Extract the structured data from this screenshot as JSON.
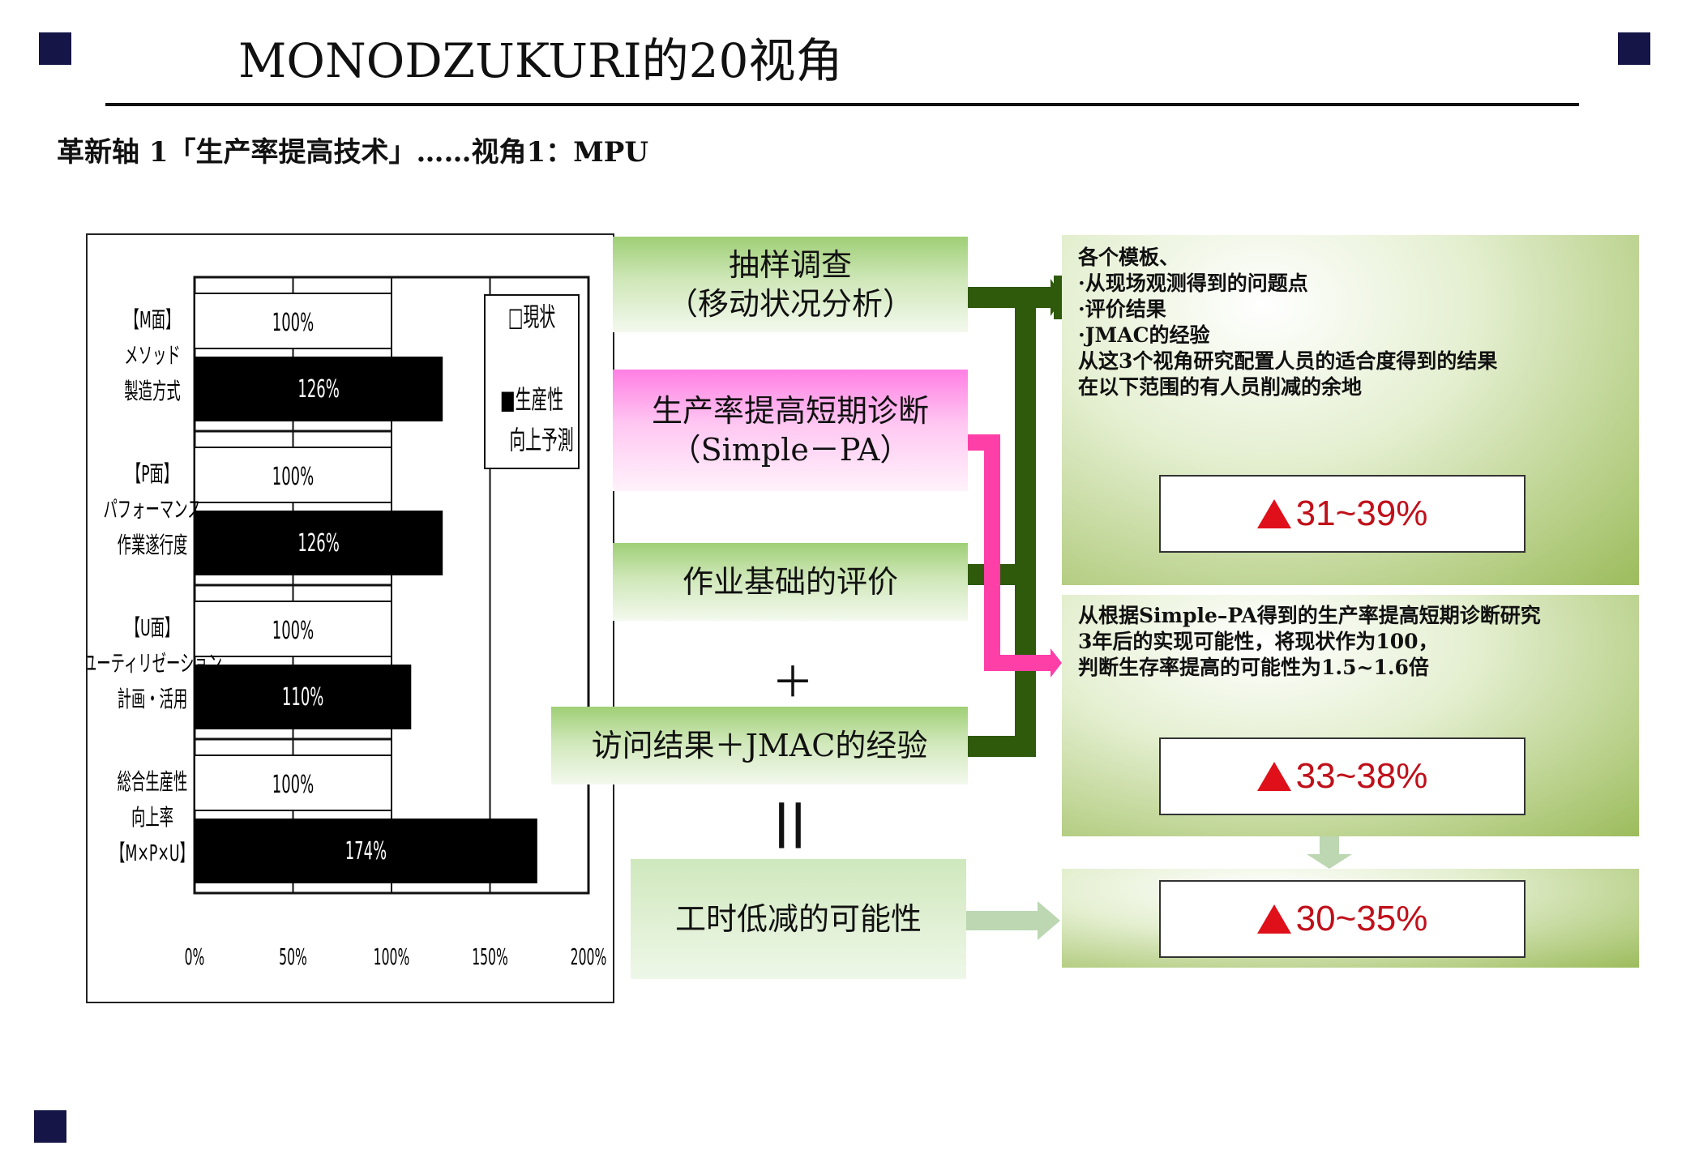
{
  "header": {
    "title": "MONODZUKURI的20视角",
    "subtitle": "革新轴  1「生产率提高技术」……视角1：MPU"
  },
  "chart_data": {
    "type": "bar",
    "orientation": "horizontal",
    "categories": [
      [
        "【M面】",
        "メソッド",
        "製造方式"
      ],
      [
        "【P面】",
        "パフォーマンス",
        "作業遂行度"
      ],
      [
        "【U面】",
        "ユーティリゼーション",
        "計画・活用"
      ],
      [
        "総合生産性",
        "向上率",
        "【M×P×U】"
      ]
    ],
    "series": [
      {
        "name": "現状",
        "values": [
          100,
          100,
          100,
          100
        ],
        "labels": [
          "100%",
          "100%",
          "100%",
          "100%"
        ],
        "color": "#ffffff"
      },
      {
        "name": "生産性向上予測",
        "values": [
          126,
          126,
          110,
          174
        ],
        "labels": [
          "126%",
          "126%",
          "110%",
          "174%"
        ],
        "color": "#000000"
      }
    ],
    "xlim": [
      0,
      200
    ],
    "xticks": [
      0,
      50,
      100,
      150,
      200
    ],
    "xtick_labels": [
      "0%",
      "50%",
      "100%",
      "150%",
      "200%"
    ],
    "legend": {
      "position": "top-right",
      "items": [
        "□現状",
        "■生産性",
        "向上予測"
      ]
    },
    "grid": true
  },
  "middle": {
    "box1": {
      "line1": "抽样调查",
      "line2": "（移动状况分析）"
    },
    "box2": {
      "line1": "生产率提高短期诊断",
      "line2": "（Simple－PA）"
    },
    "box3": {
      "line1": "作业基础的评价"
    },
    "plus": "＋",
    "box4": {
      "line1": "访问结果＋JMAC的经验"
    },
    "equals": "||",
    "box5": {
      "line1": "工时低减的可能性"
    }
  },
  "panels": {
    "p1": {
      "text": "各个模板、\n·从现场观测得到的问题点\n·评价结果\n·JMAC的经验\n从这3个视角研究配置人员的适合度得到的结果\n在以下范围的有人员削减的余地",
      "result": "31~39%"
    },
    "p2": {
      "text": "从根据Simple–PA得到的生产率提高短期诊断研究\n3年后的实现可能性，将现状作为100，\n判断生存率提高的可能性为1.5~1.6倍",
      "result": "33~38%"
    },
    "p3": {
      "result": "30~35%"
    }
  },
  "colors": {
    "dark_green": "#2f5a0c",
    "pink": "#ff3fa8",
    "pale_green_arrow": "#bcd7b2",
    "result_red": "#c0101a",
    "corner_square": "#151547"
  }
}
